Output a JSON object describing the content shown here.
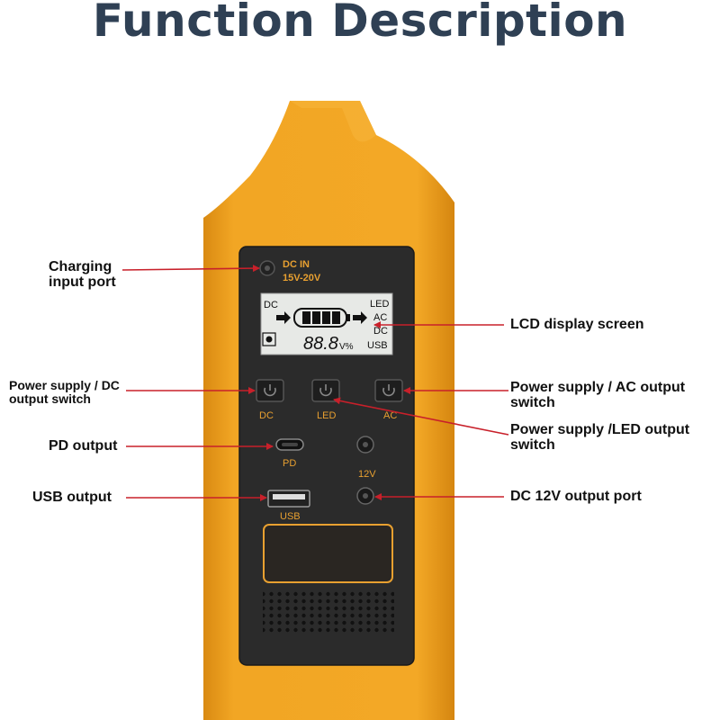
{
  "title": "Function Description",
  "device": {
    "dc_in_label": "DC  IN",
    "dc_in_voltage": "15V-20V",
    "lcd": {
      "left_label": "DC",
      "right_labels": [
        "LED",
        "AC",
        "DC",
        "USB"
      ],
      "digits": "88.8",
      "units": "V%"
    },
    "buttons": [
      "DC",
      "LED",
      "AC"
    ],
    "ports": {
      "pd": "PD",
      "twelve_v": "12V",
      "usb": "USB"
    }
  },
  "callouts": {
    "charging_input_port": "Charging\ninput port",
    "lcd_display_screen": "LCD display screen",
    "dc_switch": "Power supply / DC\noutput switch",
    "ac_switch": "Power supply / AC output\nswitch",
    "led_switch": "Power supply /LED output\nswitch",
    "pd_output": "PD output",
    "usb_output": "USB output",
    "dc_12v_port": "DC 12V output port"
  },
  "colors": {
    "body_orange": "#f0a21e",
    "panel": "#2b2b2b",
    "accent_orange": "#e8a030",
    "arrow_red": "#c8202a",
    "title": "#2f4054"
  }
}
